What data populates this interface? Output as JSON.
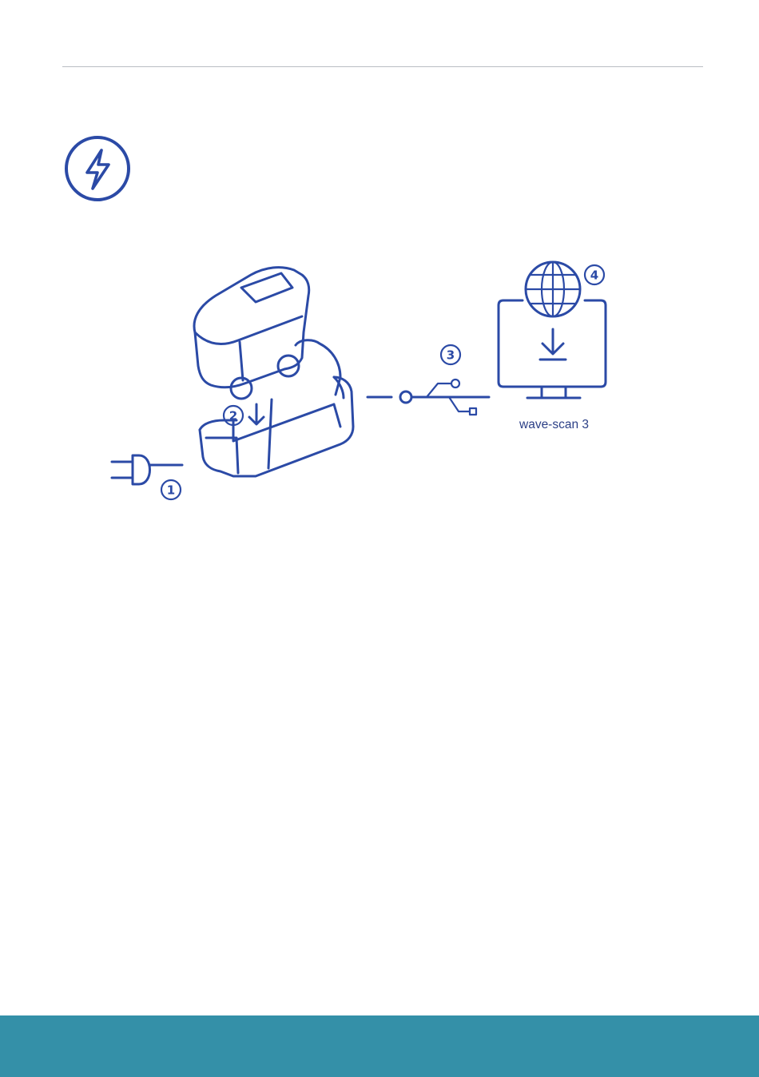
{
  "figure": {
    "caption": "wave-scan 3",
    "steps": [
      "1",
      "2",
      "3",
      "4"
    ]
  },
  "colors": {
    "line": "#2b4aa6",
    "footer": "#3490a8",
    "rule": "#b9bec3"
  },
  "icons": [
    "lightning-bolt-icon",
    "power-plug-icon",
    "usb-icon",
    "globe-icon",
    "download-arrow-icon",
    "monitor-icon"
  ]
}
